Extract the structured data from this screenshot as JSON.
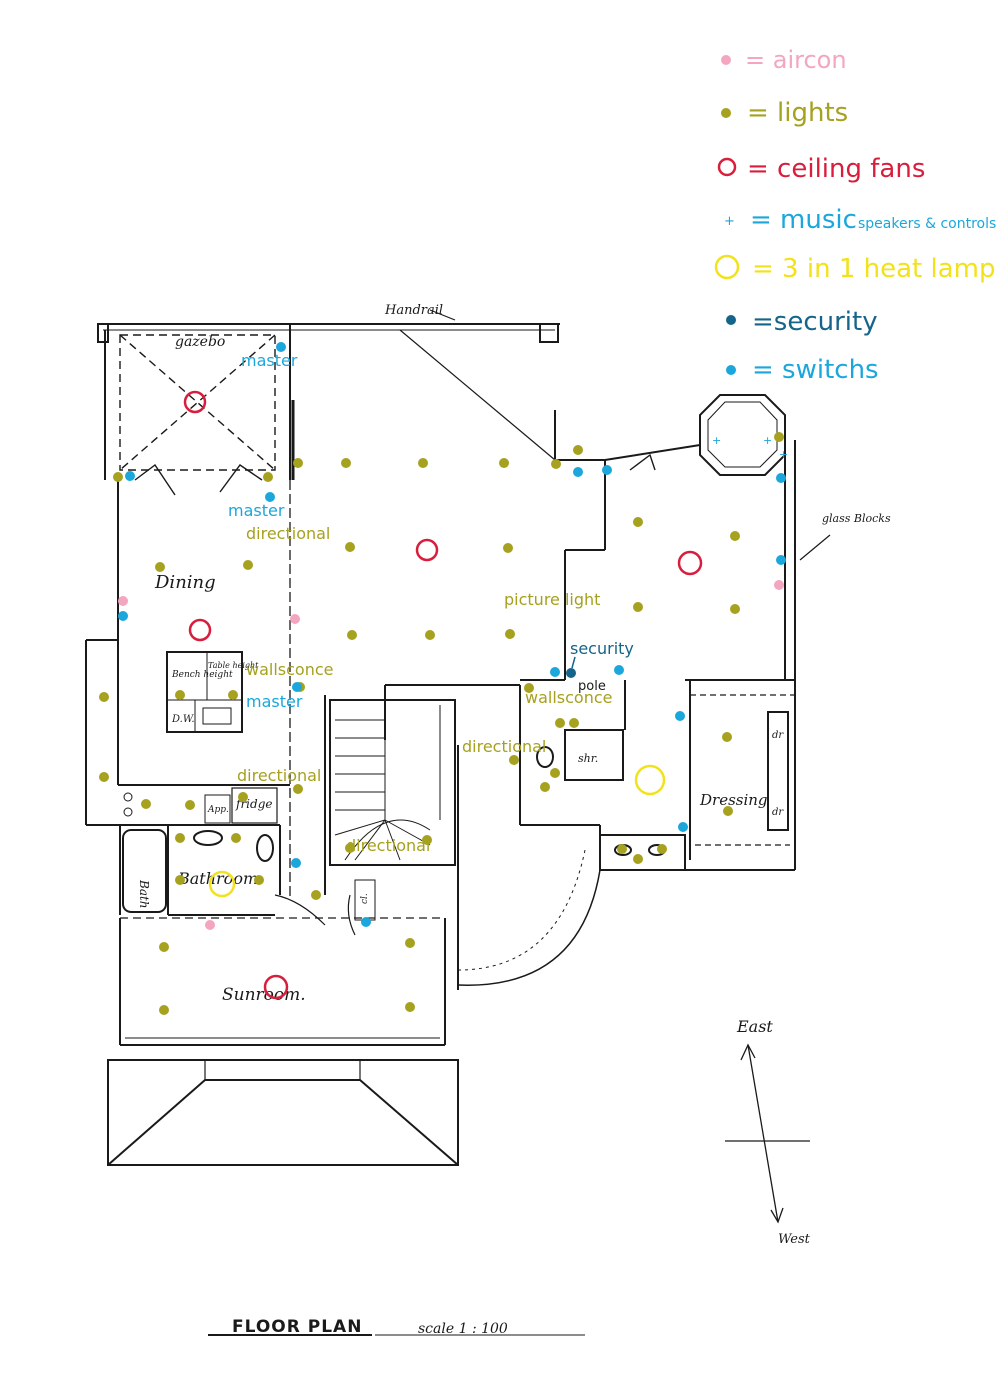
{
  "colors": {
    "aircon": "#f4a6c0",
    "lights": "#a6a11f",
    "ceiling_fans": "#d81e3c",
    "music": "#1ba7dc",
    "heat_lamp": "#f2e21b",
    "security": "#15648a",
    "switch": "#1ba7dc",
    "ink": "#1a1a1a"
  },
  "legend": [
    {
      "key": "aircon",
      "symbol": "dot",
      "text": "= aircon"
    },
    {
      "key": "lights",
      "symbol": "dot",
      "text": "= lights"
    },
    {
      "key": "ceiling_fans",
      "symbol": "ring",
      "text": "= ceiling fans"
    },
    {
      "key": "music",
      "symbol": "plus",
      "text": "= music",
      "note": "speakers & controls"
    },
    {
      "key": "heat_lamp",
      "symbol": "ring",
      "text": "= 3 in 1 heat lamp"
    },
    {
      "key": "security",
      "symbol": "dot",
      "text": "=security"
    },
    {
      "key": "switch",
      "symbol": "dot",
      "text": "= switchs"
    }
  ],
  "rooms": {
    "gazebo": "gazebo",
    "dining": "Dining",
    "bathroom": "Bathroom",
    "sunroom": "Sunroom.",
    "dressing": "Dressing",
    "bath": "Bath",
    "shr": "shr.",
    "dw": "D.W.",
    "fridge": "fridge",
    "bench": "Bench height",
    "table": "Table height",
    "app": "App.",
    "dr": "dr",
    "handrail": "Handrail",
    "glass_blocks": "glass Blocks"
  },
  "annotations": {
    "master_1": "master",
    "master_2": "master",
    "master_3": "master",
    "directional_1": "directional",
    "directional_2": "directional",
    "directional_3": "directional",
    "directional_4": "directional",
    "wallsconce_1": "wallsconce",
    "wallsconce_2": "wallsconce",
    "picture_light": "picture light",
    "security": "security",
    "pole": "pole"
  },
  "compass": {
    "east": "East",
    "west": "West"
  },
  "footer": {
    "title": "FLOOR PLAN",
    "scale": "scale  1 : 100"
  }
}
